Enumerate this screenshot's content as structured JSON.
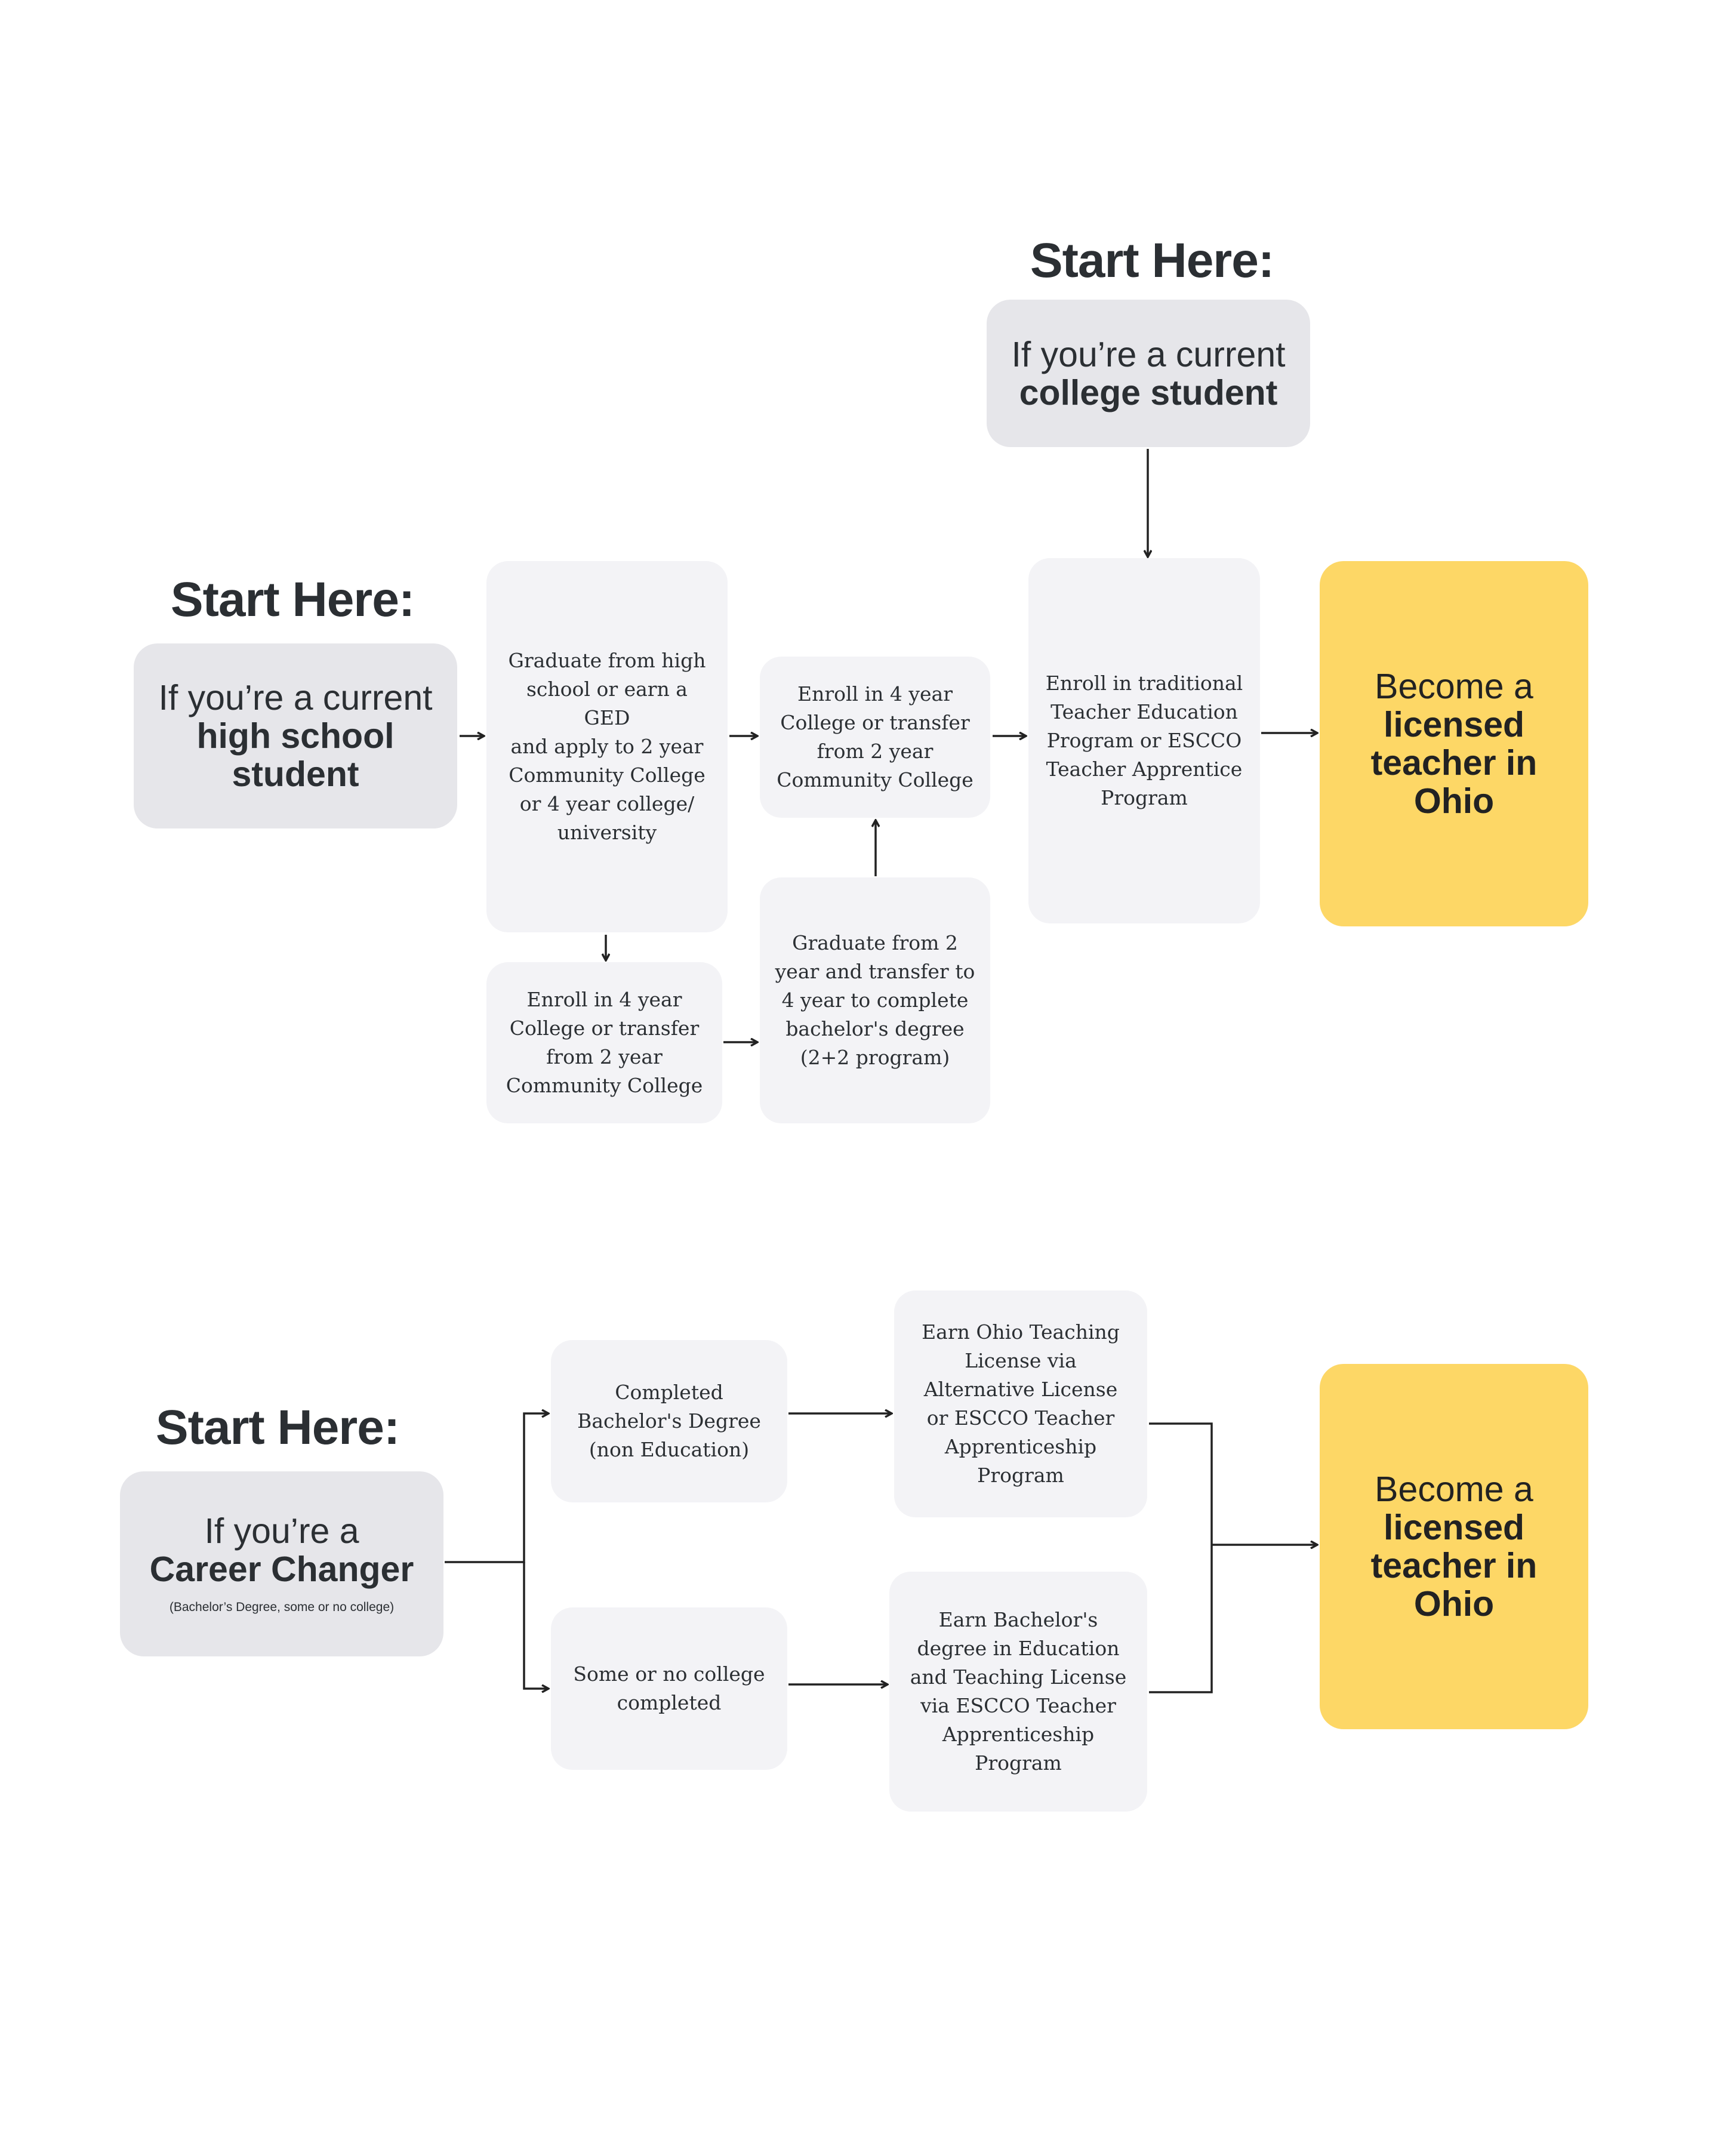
{
  "start_heading": "Start Here:",
  "college_start": {
    "line1": "If you’re a current",
    "line2": "college student"
  },
  "highschool_start": {
    "line1": "If you’re a current",
    "line2": "high school",
    "line3": "student"
  },
  "career_start": {
    "line1": "If you’re a",
    "line2": "Career Changer",
    "note": "(Bachelor’s Degree, some or no college)"
  },
  "steps": {
    "graduate_hs": [
      "Graduate from high",
      "school or earn a GED",
      "and apply to 2 year",
      "Community College",
      "or 4 year college/",
      "university"
    ],
    "enroll_4yr_top": [
      "Enroll in 4 year",
      "College or transfer",
      "from 2 year",
      "Community College"
    ],
    "enroll_traditional": [
      "Enroll in traditional",
      "Teacher Education",
      "Program or ESCCO",
      "Teacher Apprentice",
      "Program"
    ],
    "enroll_4yr_bottom": [
      "Enroll in 4 year",
      "College or transfer",
      "from 2 year",
      "Community College"
    ],
    "graduate_2yr": [
      "Graduate from 2",
      "year and transfer to",
      "4 year to complete",
      "bachelor's degree",
      "(2+2 program)"
    ],
    "completed_bachelors": [
      "Completed",
      "Bachelor's Degree",
      "(non Education)"
    ],
    "some_college": [
      "Some or no college",
      "completed"
    ],
    "earn_license_alt": [
      "Earn Ohio Teaching",
      "License via",
      "Alternative License",
      "or ESCCO Teacher",
      "Apprenticeship",
      "Program"
    ],
    "earn_bachelors_edu": [
      "Earn Bachelor's",
      "degree in Education",
      "and Teaching License",
      "via ESCCO Teacher",
      "Apprenticeship",
      "Program"
    ]
  },
  "goal": {
    "line1": "Become a",
    "line2": "licensed",
    "line3": "teacher in",
    "line4": "Ohio"
  },
  "colors": {
    "start_box": "#e6e6ea",
    "step_box": "#f3f3f6",
    "goal_box": "#fdd766",
    "text": "#2b2f33",
    "arrow": "#222222"
  }
}
